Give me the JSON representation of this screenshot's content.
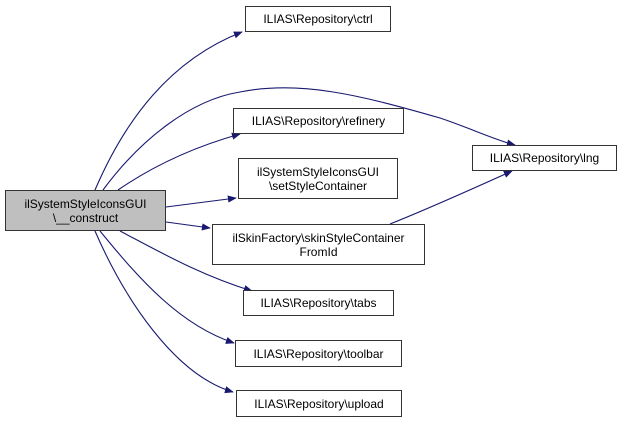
{
  "diagram": {
    "type": "call-graph",
    "colors": {
      "edge": "#191970",
      "root_fill": "#bfbfbf",
      "node_fill": "#ffffff",
      "border": "#333333"
    },
    "root": {
      "id": "construct",
      "lines": [
        "ilSystemStyleIconsGUI",
        "\\__construct"
      ]
    },
    "nodes": [
      {
        "id": "ctrl",
        "lines": [
          "ILIAS\\Repository\\ctrl"
        ]
      },
      {
        "id": "lng",
        "lines": [
          "ILIAS\\Repository\\lng"
        ]
      },
      {
        "id": "refinery",
        "lines": [
          "ILIAS\\Repository\\refinery"
        ]
      },
      {
        "id": "setStyleContainer",
        "lines": [
          "ilSystemStyleIconsGUI",
          "\\setStyleContainer"
        ]
      },
      {
        "id": "skinStyleContainerFromId",
        "lines": [
          "ilSkinFactory\\skinStyleContainer",
          "FromId"
        ]
      },
      {
        "id": "tabs",
        "lines": [
          "ILIAS\\Repository\\tabs"
        ]
      },
      {
        "id": "toolbar",
        "lines": [
          "ILIAS\\Repository\\toolbar"
        ]
      },
      {
        "id": "upload",
        "lines": [
          "ILIAS\\Repository\\upload"
        ]
      }
    ],
    "edges": [
      {
        "from": "construct",
        "to": "ctrl"
      },
      {
        "from": "construct",
        "to": "lng"
      },
      {
        "from": "construct",
        "to": "refinery"
      },
      {
        "from": "construct",
        "to": "setStyleContainer"
      },
      {
        "from": "construct",
        "to": "skinStyleContainerFromId"
      },
      {
        "from": "construct",
        "to": "tabs"
      },
      {
        "from": "construct",
        "to": "toolbar"
      },
      {
        "from": "construct",
        "to": "upload"
      },
      {
        "from": "skinStyleContainerFromId",
        "to": "lng"
      }
    ]
  }
}
